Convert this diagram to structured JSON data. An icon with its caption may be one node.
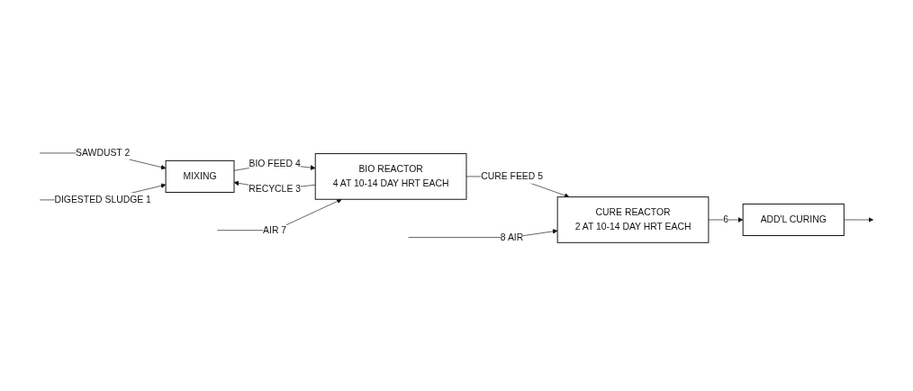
{
  "diagram": {
    "nodes": [
      {
        "text": [
          "MIXING"
        ]
      },
      {
        "text": [
          "BIO REACTOR",
          "4 AT 10-14 DAY HRT EACH"
        ]
      },
      {
        "text": [
          "CURE REACTOR",
          "2 AT 10-14 DAY HRT EACH"
        ]
      },
      {
        "text": [
          "ADD'L CURING"
        ]
      }
    ],
    "edges": [
      {
        "from": null,
        "to": 0,
        "arrow": "to",
        "label": "SAWDUST 2"
      },
      {
        "from": null,
        "to": 0,
        "arrow": "to",
        "label": "DIGESTED SLUDGE 1"
      },
      {
        "from": 0,
        "to": 1,
        "arrow": "to",
        "label": "BIO FEED 4"
      },
      {
        "from": null,
        "to": 1,
        "arrow": "to",
        "label": "AIR 7"
      },
      {
        "from": 1,
        "to": 0,
        "arrow": "to",
        "label": "RECYCLE 3"
      },
      {
        "from": 1,
        "to": 2,
        "arrow": "to",
        "label": "CURE FEED 5"
      },
      {
        "from": null,
        "to": 2,
        "arrow": "to",
        "label": "8 AIR"
      },
      {
        "from": 2,
        "to": 3,
        "arrow": "to",
        "label": "6"
      },
      {
        "from": 3,
        "to": null,
        "arrow": "to"
      }
    ]
  }
}
